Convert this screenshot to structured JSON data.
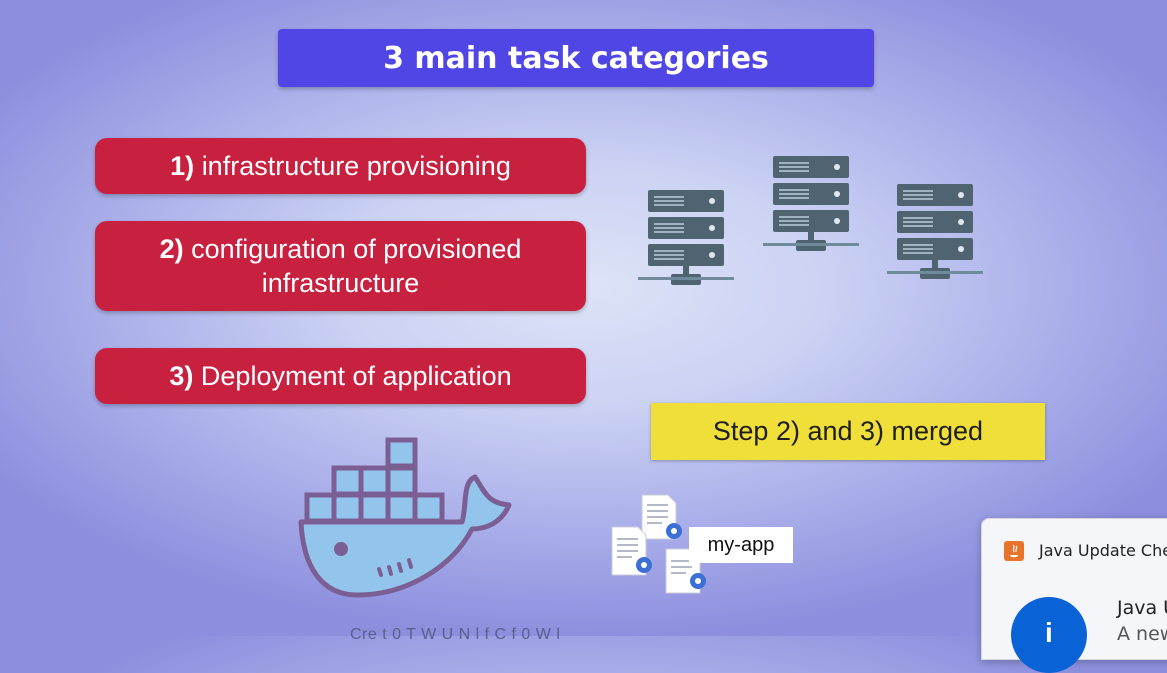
{
  "slide": {
    "title": "3 main task categories",
    "tasks": [
      {
        "number": "1)",
        "text": "infrastructure provisioning"
      },
      {
        "number": "2)",
        "text": "configuration of provisioned",
        "text_line2": "infrastructure"
      },
      {
        "number": "3)",
        "text": "Deployment of application"
      }
    ],
    "merged_label": "Step 2) and 3) merged",
    "app_label": "my-app",
    "subtitle_partial": "Cre t  0 T  W    U   N      l   f   C f      0  W   l  "
  },
  "notification": {
    "app_name": "Java Update Che",
    "title": "Java U",
    "body": "A new",
    "icon": "java-icon",
    "info_icon": "info-icon"
  },
  "colors": {
    "title_banner": "#4f46e5",
    "task_pill": "#c8213f",
    "merged_box": "#f0df38",
    "server": "#4f6470",
    "docker_blue": "#93c5ec",
    "docker_outline": "#7b5f94"
  }
}
